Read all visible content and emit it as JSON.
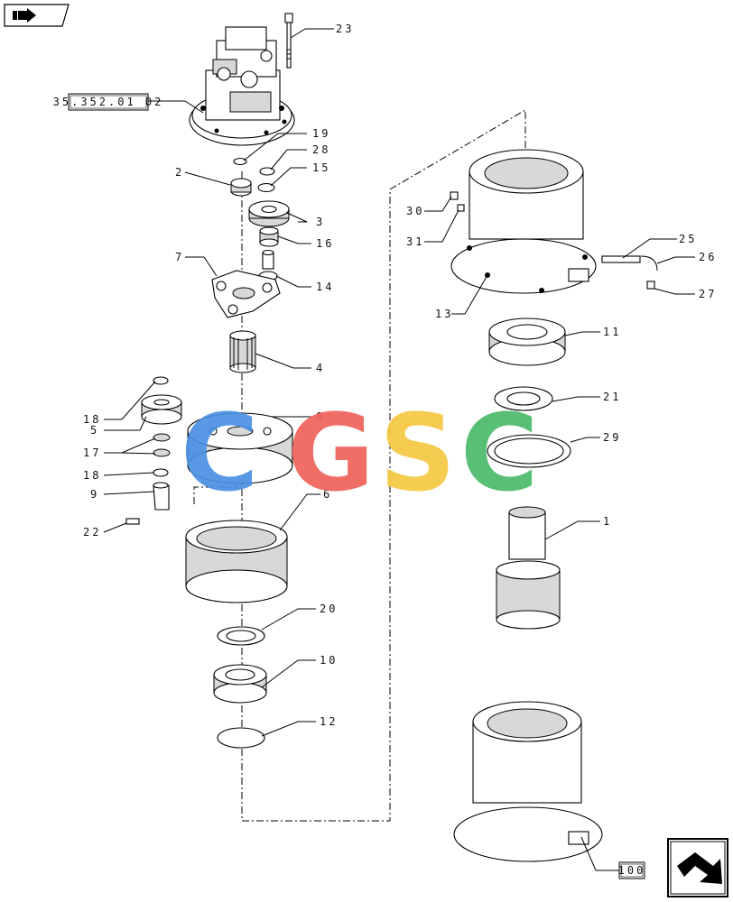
{
  "nav": {
    "top_icon": "next-page-arrow-icon",
    "bottom_icon": "return-arrow-icon"
  },
  "references": {
    "top_ref": "35.352.01 02",
    "bottom_ref": "100"
  },
  "labels": {
    "p23": "23",
    "p19": "19",
    "p28": "28",
    "p15": "15",
    "p2": "2",
    "p3": "3",
    "p16": "16",
    "p7": "7",
    "p14": "14",
    "p4": "4",
    "p18a": "18",
    "p5": "5",
    "p17": "17",
    "p18b": "18",
    "p9": "9",
    "p22": "22",
    "p8": "8",
    "p6": "6",
    "p20": "20",
    "p10": "10",
    "p12": "12",
    "p30": "30",
    "p31": "31",
    "p25": "25",
    "p26": "26",
    "p27": "27",
    "p13": "13",
    "p11": "11",
    "p21": "21",
    "p29": "29",
    "p1": "1"
  },
  "watermark": {
    "letters": [
      "C",
      "G",
      "S",
      "C"
    ],
    "colors": [
      "#4a90e2",
      "#f0625a",
      "#f5c842",
      "#4cba6a"
    ]
  }
}
